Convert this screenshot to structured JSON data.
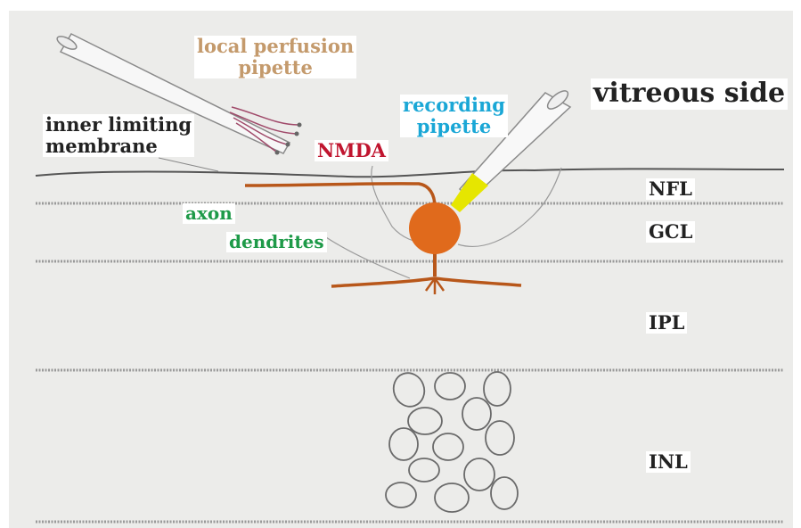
{
  "labels": {
    "local_perfusion_1": "local perfusion",
    "local_perfusion_2": "pipette",
    "recording_1": "recording",
    "recording_2": "pipette",
    "vitreous": "vitreous side",
    "ilm_1": "inner limiting",
    "ilm_2": "membrane",
    "nmda": "NMDA",
    "axon": "axon",
    "dendrites": "dendrites"
  },
  "layers": [
    "NFL",
    "GCL",
    "IPL",
    "INL"
  ],
  "colors": {
    "background_panel": "#ececea",
    "perfusion_label": "#c49a6c",
    "recording_label": "#1aa7d6",
    "nmda_label": "#c0152f",
    "neuron_label": "#1e9a48",
    "neuron_body": "#e06a1c",
    "neuron_process": "#b8571a",
    "membrane_line": "#555555",
    "laser": "#e6e600"
  }
}
